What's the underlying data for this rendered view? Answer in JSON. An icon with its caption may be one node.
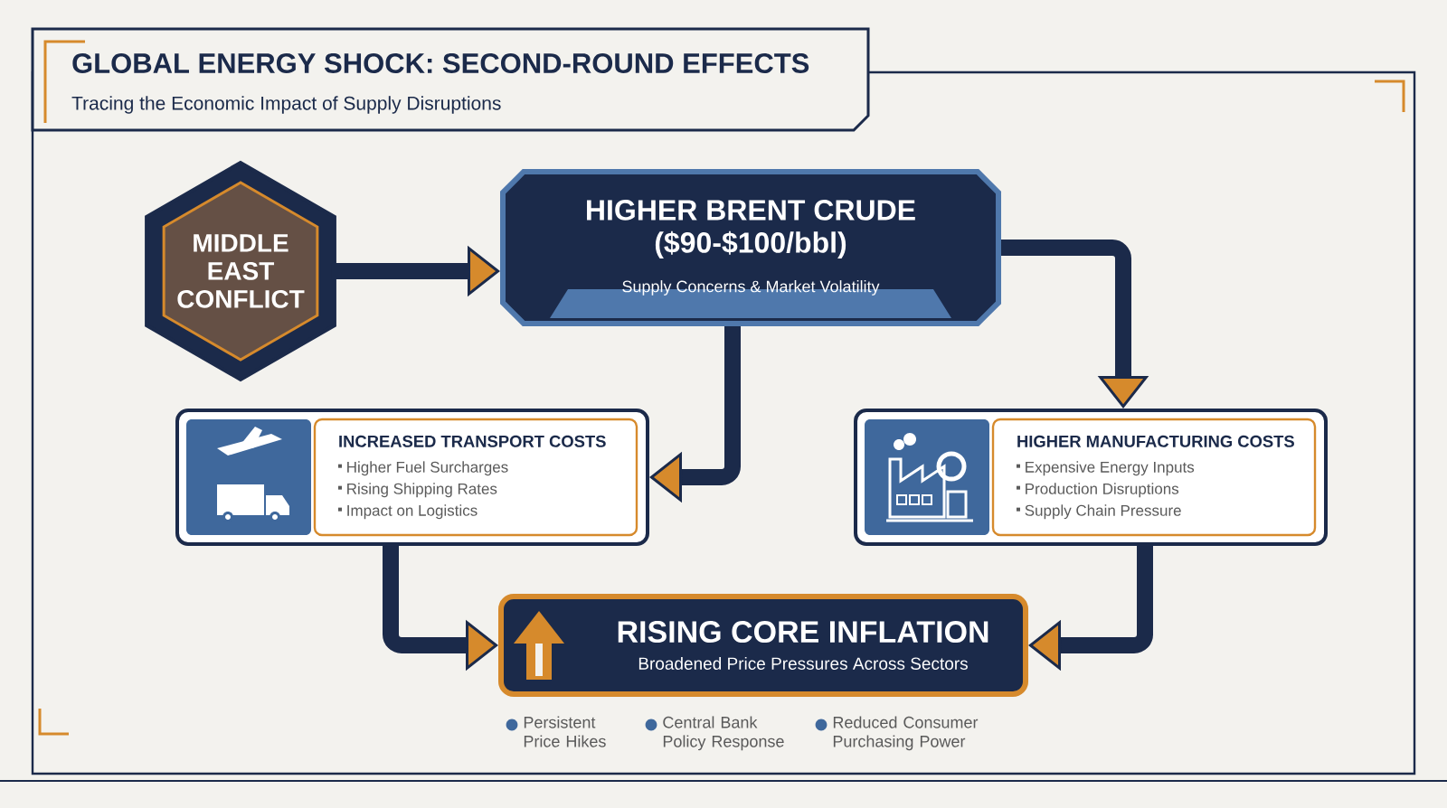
{
  "diagram": {
    "title": "GLOBAL ENERGY SHOCK: SECOND-ROUND EFFECTS",
    "nodes": [
      {
        "text": [
          "MIDDLE EAST CONFLICT"
        ]
      },
      {
        "text": [
          "HIGHER BRENT CRUDE ($90-$100/bbl)",
          "Supply Concerns & Market Volatility"
        ]
      },
      {
        "text": [
          "INCREASED TRANSPORT COSTS",
          "Higher Fuel Surcharges",
          "Rising Shipping Rates",
          "Impact on Logistics"
        ]
      },
      {
        "text": [
          "HIGHER MANUFACTURING COSTS",
          "Expensive Energy Inputs",
          "Production Disruptions",
          "Supply Chain Pressure"
        ]
      },
      {
        "text": [
          "RISING CORE INFLATION",
          "Broadened Price Pressures Across Sectors"
        ]
      }
    ],
    "edges": [
      {
        "from": 0,
        "to": 1,
        "arrow": "to"
      },
      {
        "from": 1,
        "to": 2,
        "arrow": "to"
      },
      {
        "from": 1,
        "to": 3,
        "arrow": "to"
      },
      {
        "from": 2,
        "to": 4,
        "arrow": "to"
      },
      {
        "from": 3,
        "to": 4,
        "arrow": "to"
      }
    ],
    "labels": [
      "Tracing the Economic Impact of Supply Disruptions",
      "Persistent Price Hikes",
      "Central Bank Policy Response",
      "Reduced Consumer Purchasing Power"
    ]
  }
}
